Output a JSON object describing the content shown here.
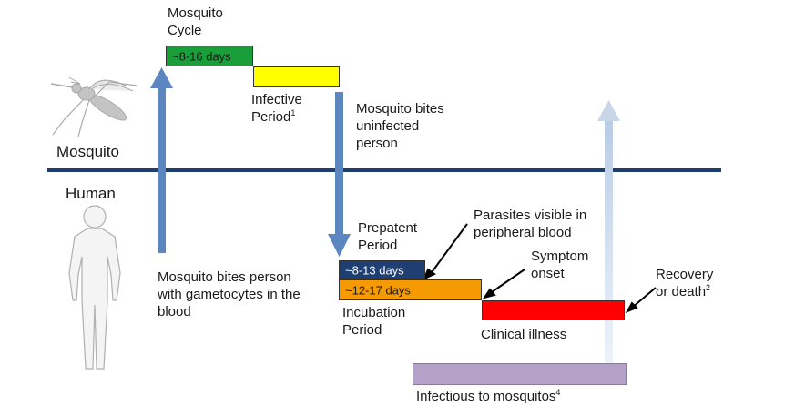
{
  "mosquito_cycle": {
    "title_line1": "Mosquito",
    "title_line2": "Cycle",
    "bar_label": "~8-16 days",
    "bar_color": "#1a9e3a"
  },
  "infective_period": {
    "line1": "Infective",
    "line2": "Period",
    "footnote": "1",
    "bar_color": "#ffff00"
  },
  "mosquito_bites_uninfected": {
    "line1": "Mosquito bites",
    "line2": "uninfected",
    "line3": "person"
  },
  "mosquito_label": "Mosquito",
  "human_label": "Human",
  "mosquito_bites_person": {
    "line1": "Mosquito bites person",
    "line2": "with gametocytes in the",
    "line3": "blood"
  },
  "prepatent": {
    "line1": "Prepatent",
    "line2": "Period",
    "bar_label": "~8-13 days",
    "bar_color": "#1f3f73"
  },
  "incubation": {
    "bar_label": "~12-17 days",
    "line1": "Incubation",
    "line2": "Period",
    "bar_color": "#f59a00"
  },
  "parasites_visible": {
    "line1": "Parasites visible in",
    "line2": "peripheral blood"
  },
  "symptom_onset": {
    "line1": "Symptom",
    "line2": "onset"
  },
  "recovery": {
    "line1": "Recovery",
    "line2": "or death",
    "footnote": "2"
  },
  "clinical_illness": {
    "label": "Clinical illness",
    "bar_color": "#ff0000"
  },
  "infectious": {
    "label": "Infectious to mosquitos",
    "footnote": "4",
    "bar_color": "#b3a1c9"
  },
  "colors": {
    "divider": "#1f3d6e",
    "arrow": "#5b86c0",
    "arrow_faded": "#c8d6e9"
  }
}
